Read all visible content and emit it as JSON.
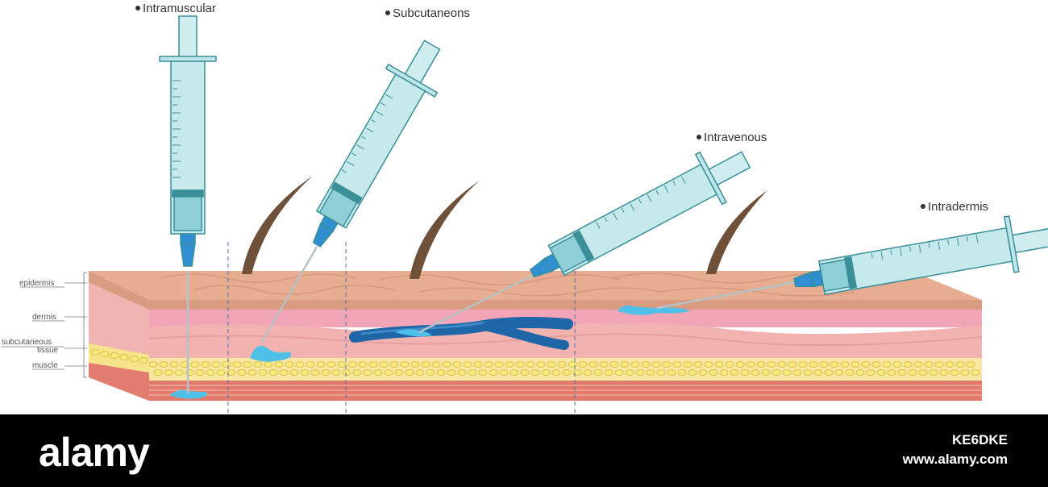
{
  "injection_labels": {
    "intramuscular": "Intramuscular",
    "subcutaneous": "Subcutaneons",
    "intravenous": "Intravenous",
    "intradermis": "Intradermis"
  },
  "layer_labels": {
    "epidermis": "epidermis",
    "dermis": "dermis",
    "subcutaneous_line1": "subcutaneous",
    "subcutaneous_line2": "tissue",
    "muscle": "muscle"
  },
  "watermark": {
    "brand": "alamy",
    "image_id": "KE6DKE",
    "site": "www.alamy.com"
  },
  "colors": {
    "syringe_barrel": "#bfe6ea",
    "syringe_outline": "#3a8f98",
    "needle_hub": "#2f8fd0",
    "fluid": "#4fc0e8",
    "vein": "#1f66a8",
    "epidermis": "#e4ad91",
    "dermis": "#f1b7b6",
    "fat": "#f5e37a",
    "muscle": "#e27c6e",
    "hair": "#6e5138"
  }
}
